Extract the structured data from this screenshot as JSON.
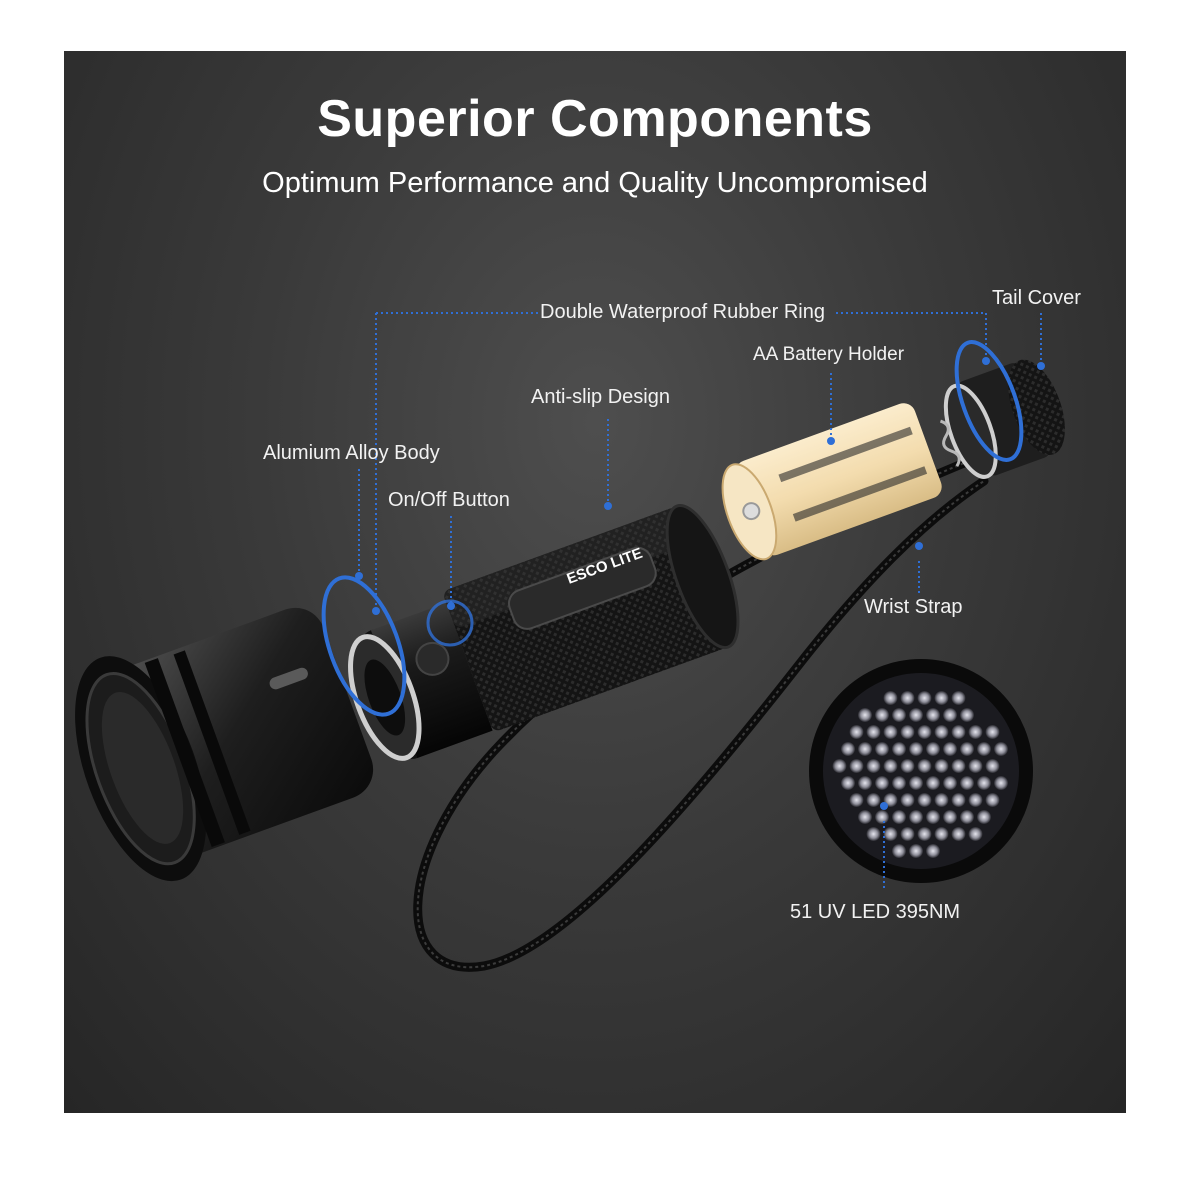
{
  "header": {
    "title": "Superior Components",
    "subtitle": "Optimum Performance and Quality Uncompromised"
  },
  "labels": {
    "rubber_ring": "Double Waterproof Rubber Ring",
    "tail_cover": "Tail Cover",
    "battery_holder": "AA Battery Holder",
    "anti_slip": "Anti-slip Design",
    "alloy_body": "Alumium Alloy Body",
    "onoff_button": "On/Off Button",
    "wrist_strap": "Wrist Strap",
    "led": "51 UV LED 395NM"
  },
  "product": {
    "brand": "ESCO LITE"
  },
  "colors": {
    "accent": "#2f6fd6",
    "background": "#3a3a3a",
    "battery_holder": "#f3dcae"
  }
}
